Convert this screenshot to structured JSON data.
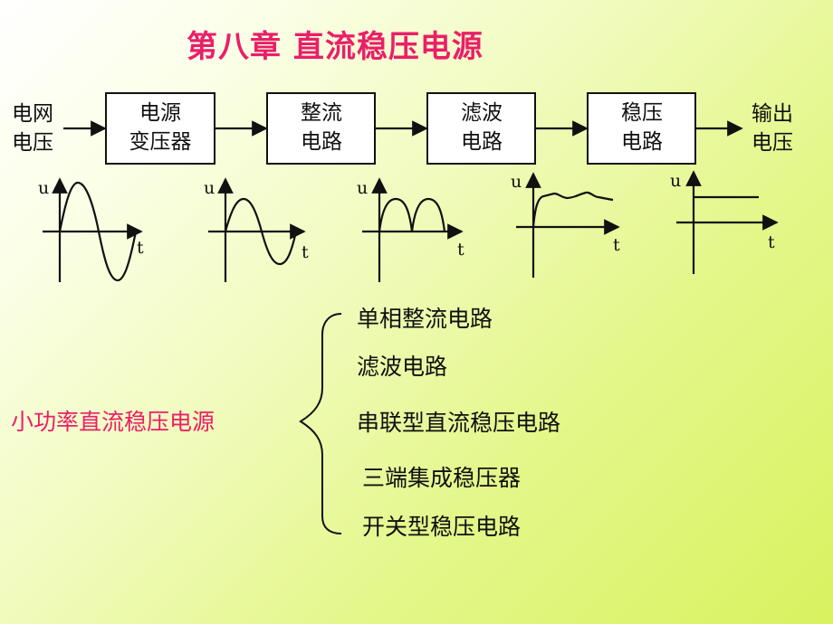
{
  "slide": {
    "title": "第八章  直流稳压电源",
    "input_label": {
      "line1": "电网",
      "line2": "电压"
    },
    "blocks": [
      {
        "line1": "电源",
        "line2": "变压器"
      },
      {
        "line1": "整流",
        "line2": "电路"
      },
      {
        "line1": "滤波",
        "line2": "电路"
      },
      {
        "line1": "稳压",
        "line2": "电路"
      }
    ],
    "output_label": {
      "line1": "输出",
      "line2": "电压"
    },
    "waveform_axis_labels": {
      "u": "u",
      "t": "t"
    },
    "classification": {
      "category_label": "小功率直流稳压电源",
      "items": [
        "单相整流电路",
        "滤波电路",
        "串联型直流稳压电路",
        "三端集成稳压器",
        "开关型稳压电路"
      ]
    }
  },
  "colors": {
    "title": "#ea1f68",
    "category": "#ea1f68",
    "line": "#111111",
    "box_fill": "#ffffff"
  }
}
